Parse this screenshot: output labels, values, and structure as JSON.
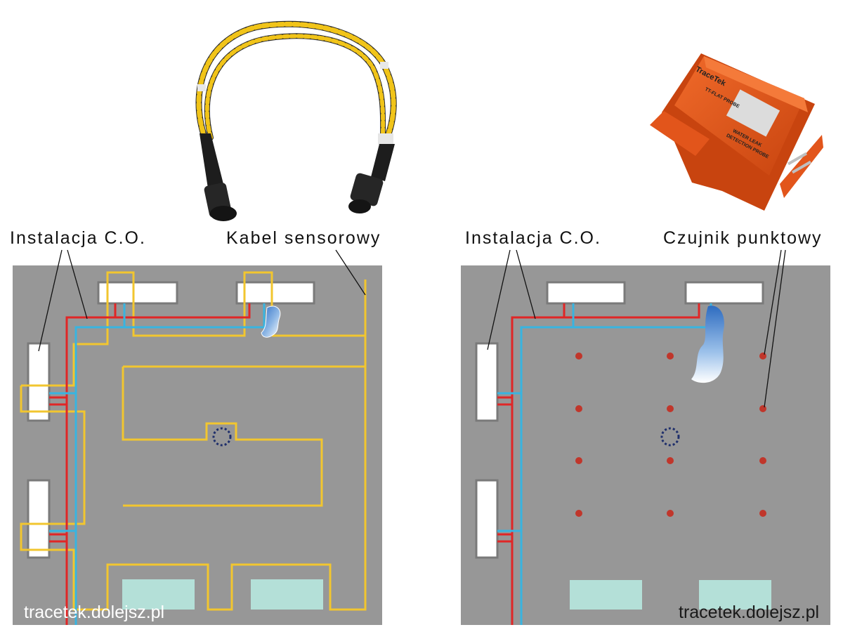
{
  "labels": {
    "left_heating": "Instalacja C.O.",
    "left_cable": "Kabel sensorowy",
    "right_heating": "Instalacja C.O.",
    "right_spot": "Czujnik punktowy"
  },
  "watermarks": {
    "left": "tracetek.dolejsz.pl",
    "right": "tracetek.dolejsz.pl"
  },
  "probe": {
    "brand": "TraceTek",
    "model": "TT-FLAT PROBE",
    "line1": "WATER LEAK",
    "line2": "DETECTION PROBE"
  },
  "colors": {
    "floor": "#979797",
    "cable": "#f2c62f",
    "pipe_hot": "#e02626",
    "pipe_return": "#38b4e0",
    "spot_sensor": "#c0362b",
    "drain": "#1f2f6b",
    "tile": "#b4e0d8",
    "probe_body": "#e8561c"
  },
  "icons": {
    "sensor_cable_photo": "yellow-sensor-cable-icon",
    "probe_photo": "orange-probe-icon",
    "water_puddle": "water-puddle-icon",
    "floor_drain": "floor-drain-icon"
  }
}
